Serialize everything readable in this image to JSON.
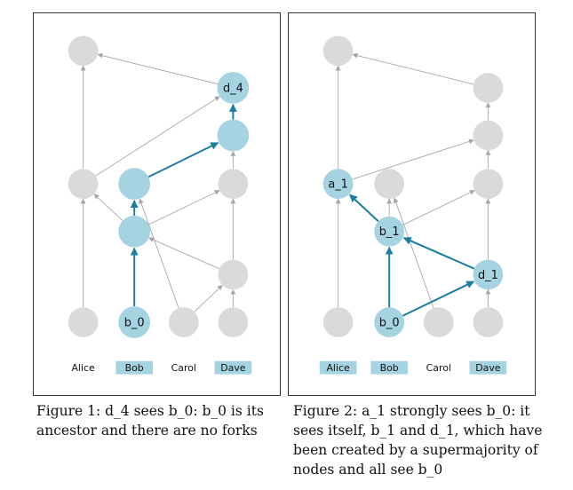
{
  "figure1": {
    "caption": "Figure 1: d_4 sees b_0: b_0 is its ancestor and there are no forks",
    "members": [
      {
        "name": "Alice",
        "highlight": false
      },
      {
        "name": "Bob",
        "highlight": true
      },
      {
        "name": "Carol",
        "highlight": false
      },
      {
        "name": "Dave",
        "highlight": true
      }
    ],
    "nodes": [
      {
        "id": "a0",
        "label": "",
        "highlight": false
      },
      {
        "id": "b0",
        "label": "b_0",
        "highlight": true
      },
      {
        "id": "c0",
        "label": "",
        "highlight": false
      },
      {
        "id": "d0",
        "label": "",
        "highlight": false
      },
      {
        "id": "d1",
        "label": "",
        "highlight": false
      },
      {
        "id": "b1",
        "label": "",
        "highlight": true
      },
      {
        "id": "a1",
        "label": "",
        "highlight": false
      },
      {
        "id": "b2",
        "label": "",
        "highlight": true
      },
      {
        "id": "d2",
        "label": "",
        "highlight": false
      },
      {
        "id": "d3",
        "label": "",
        "highlight": true
      },
      {
        "id": "d4",
        "label": "d_4",
        "highlight": true
      },
      {
        "id": "a2",
        "label": "",
        "highlight": false
      }
    ],
    "edges": [
      {
        "from": "a0",
        "to": "a1",
        "highlight": false
      },
      {
        "from": "a1",
        "to": "a2",
        "highlight": false
      },
      {
        "from": "b0",
        "to": "b1",
        "highlight": true
      },
      {
        "from": "b1",
        "to": "b2",
        "highlight": true
      },
      {
        "from": "b1",
        "to": "a1",
        "highlight": false
      },
      {
        "from": "b1",
        "to": "d2",
        "highlight": false
      },
      {
        "from": "b2",
        "to": "d3",
        "highlight": true
      },
      {
        "from": "d3",
        "to": "d4",
        "highlight": true
      },
      {
        "from": "d0",
        "to": "d1",
        "highlight": false
      },
      {
        "from": "d1",
        "to": "b1",
        "highlight": false
      },
      {
        "from": "d1",
        "to": "d2",
        "highlight": false
      },
      {
        "from": "d2",
        "to": "d3",
        "highlight": false
      },
      {
        "from": "c0",
        "to": "b2",
        "highlight": false
      },
      {
        "from": "c0",
        "to": "d1",
        "highlight": false
      },
      {
        "from": "a1",
        "to": "d4",
        "highlight": false
      },
      {
        "from": "d4",
        "to": "a2",
        "highlight": false
      }
    ]
  },
  "figure2": {
    "caption": "Figure 2: a_1 strongly sees b_0: it sees itself, b_1 and d_1, which have been created by a supermajority of nodes and all see b_0",
    "members": [
      {
        "name": "Alice",
        "highlight": true
      },
      {
        "name": "Bob",
        "highlight": true
      },
      {
        "name": "Carol",
        "highlight": false
      },
      {
        "name": "Dave",
        "highlight": true
      }
    ],
    "nodes": [
      {
        "id": "a0",
        "label": "",
        "highlight": false
      },
      {
        "id": "b0",
        "label": "b_0",
        "highlight": true
      },
      {
        "id": "c0",
        "label": "",
        "highlight": false
      },
      {
        "id": "d0",
        "label": "",
        "highlight": false
      },
      {
        "id": "d1",
        "label": "d_1",
        "highlight": true
      },
      {
        "id": "b1",
        "label": "b_1",
        "highlight": true
      },
      {
        "id": "a1",
        "label": "a_1",
        "highlight": true
      },
      {
        "id": "b2",
        "label": "",
        "highlight": false
      },
      {
        "id": "d2",
        "label": "",
        "highlight": false
      },
      {
        "id": "d3",
        "label": "",
        "highlight": false
      },
      {
        "id": "d4",
        "label": "",
        "highlight": false
      },
      {
        "id": "a2",
        "label": "",
        "highlight": false
      }
    ],
    "edges": [
      {
        "from": "a0",
        "to": "a1",
        "highlight": false
      },
      {
        "from": "a1",
        "to": "a2",
        "highlight": false
      },
      {
        "from": "b0",
        "to": "b1",
        "highlight": true
      },
      {
        "from": "b0",
        "to": "d1",
        "highlight": true
      },
      {
        "from": "b1",
        "to": "a1",
        "highlight": true
      },
      {
        "from": "d1",
        "to": "b1",
        "highlight": true
      },
      {
        "from": "b1",
        "to": "b2",
        "highlight": false
      },
      {
        "from": "b1",
        "to": "d2",
        "highlight": false
      },
      {
        "from": "d0",
        "to": "d1",
        "highlight": false
      },
      {
        "from": "d1",
        "to": "d2",
        "highlight": false
      },
      {
        "from": "d2",
        "to": "d3",
        "highlight": false
      },
      {
        "from": "d3",
        "to": "d4",
        "highlight": false
      },
      {
        "from": "c0",
        "to": "b2",
        "highlight": false
      },
      {
        "from": "a1",
        "to": "d3",
        "highlight": false
      },
      {
        "from": "d4",
        "to": "a2",
        "highlight": false
      }
    ]
  },
  "colors": {
    "node_gray": "#dcd9d9",
    "node_blue": "#a5d3e1",
    "edge_gray": "#a7a7a7",
    "edge_blue": "#1a7ea3",
    "label_bg": "#a5d3e1"
  }
}
